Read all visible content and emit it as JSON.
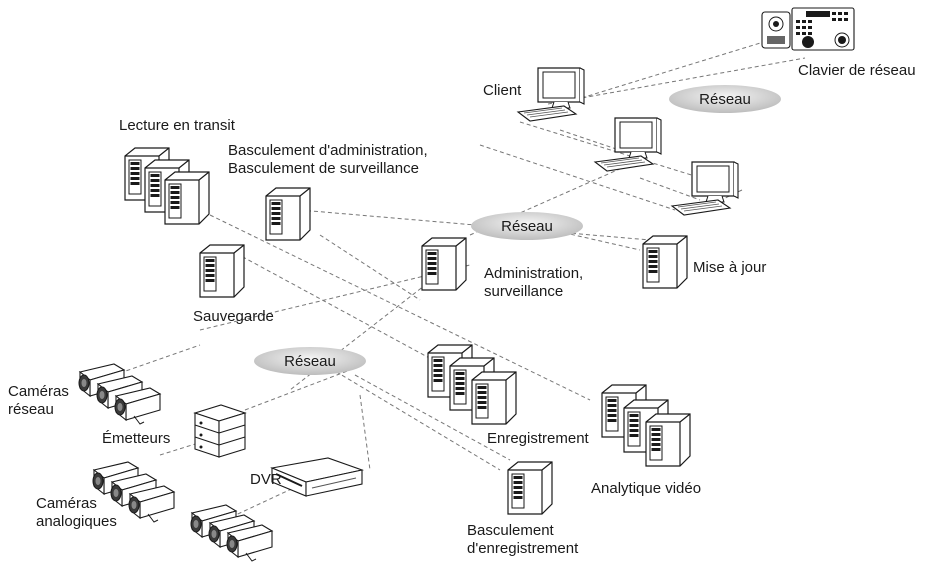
{
  "diagram": {
    "labels": {
      "keyboard": "Clavier de réseau",
      "client": "Client",
      "streaming": "Lecture en transit",
      "failover_admin": [
        "Basculement d'administration,",
        "Basculement de surveillance"
      ],
      "admin": [
        "Administration,",
        "surveillance"
      ],
      "update": "Mise à jour",
      "backup": "Sauvegarde",
      "ip_cameras": [
        "Caméras",
        "réseau"
      ],
      "encoders": "Émetteurs",
      "analog_cameras": [
        "Caméras",
        "analogiques"
      ],
      "dvr": "DVR",
      "recording": "Enregistrement",
      "analytics": "Analytique vidéo",
      "failover_recording": [
        "Basculement",
        "d'enregistrement"
      ]
    },
    "networks": [
      "Réseau",
      "Réseau",
      "Réseau"
    ],
    "icons": {
      "keyboard": "network-keyboard-icon",
      "workstation": "workstation-icon",
      "server": "server-icon",
      "camera": "camera-icon",
      "encoder": "encoder-icon",
      "dvr": "dvr-icon"
    }
  }
}
